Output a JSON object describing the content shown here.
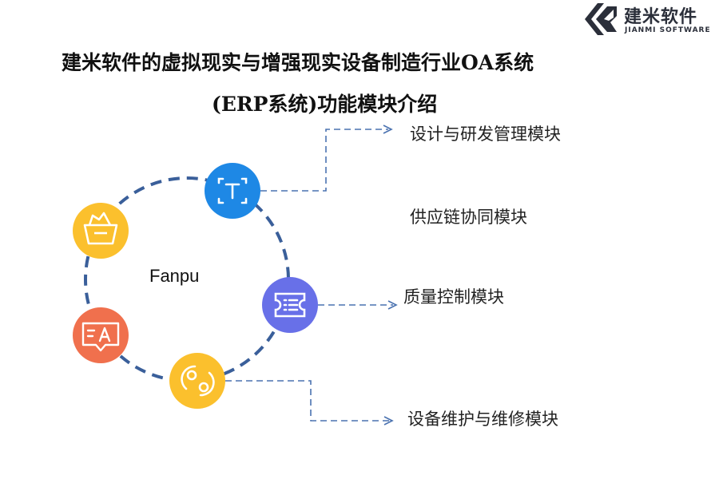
{
  "logo": {
    "name_cn": "建米软件",
    "name_en": "JIANMI SOFTWARE"
  },
  "title": {
    "line1": "建米软件的虚拟现实与增强现实设备制造行业OA系统",
    "line2": "(ERP系统)功能模块介绍"
  },
  "center_label": "Fanpu",
  "modules": [
    {
      "label": "设计与研发管理模块",
      "icon": "text-t-icon",
      "color": "#1e88e5"
    },
    {
      "label": "供应链协同模块",
      "icon": "basket-icon",
      "color": "#fbc02d"
    },
    {
      "label": "质量控制模块",
      "icon": "ticket-list-icon",
      "color": "#6870e8"
    },
    {
      "label": "设备维护与维修模块",
      "icon": "sync-circles-icon",
      "color": "#fbc02d"
    }
  ],
  "extra_node": {
    "icon": "translate-icon",
    "color": "#f0704d"
  },
  "colors": {
    "dashed_ring": "#3a5f9a",
    "connector": "#4a72b0"
  }
}
